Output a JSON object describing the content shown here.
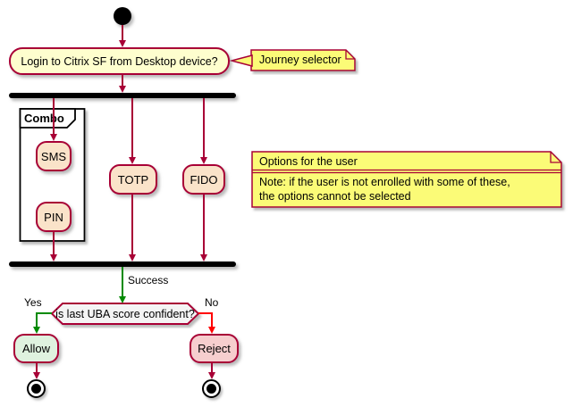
{
  "nodes": {
    "login": {
      "label": "Login to Citrix SF from Desktop device?"
    },
    "partition": {
      "label": "Combo"
    },
    "sms": {
      "label": "SMS"
    },
    "pin": {
      "label": "PIN"
    },
    "totp": {
      "label": "TOTP"
    },
    "fido": {
      "label": "FIDO"
    },
    "decision": {
      "label": "is last UBA score confident?"
    },
    "allow": {
      "label": "Allow"
    },
    "reject": {
      "label": "Reject"
    }
  },
  "notes": {
    "journey": {
      "text": "Journey selector"
    },
    "options": {
      "title": "Options for the user",
      "line1": "Note: if the user is not enrolled with some of these,",
      "line2": "the options cannot be selected"
    }
  },
  "edge_labels": {
    "success": "Success",
    "yes": "Yes",
    "no": "No"
  },
  "colors": {
    "border": "#A80036",
    "activity_fill": "#FEFECE",
    "option_fill": "#FAE3C9",
    "allow_fill": "#DFF2DF",
    "reject_fill": "#F6CECE",
    "note_fill": "#FBFB77",
    "decision_fill": "#F4F4F4",
    "success_arrow": "#008A00",
    "no_arrow": "#FF0000",
    "bar": "#000000"
  }
}
